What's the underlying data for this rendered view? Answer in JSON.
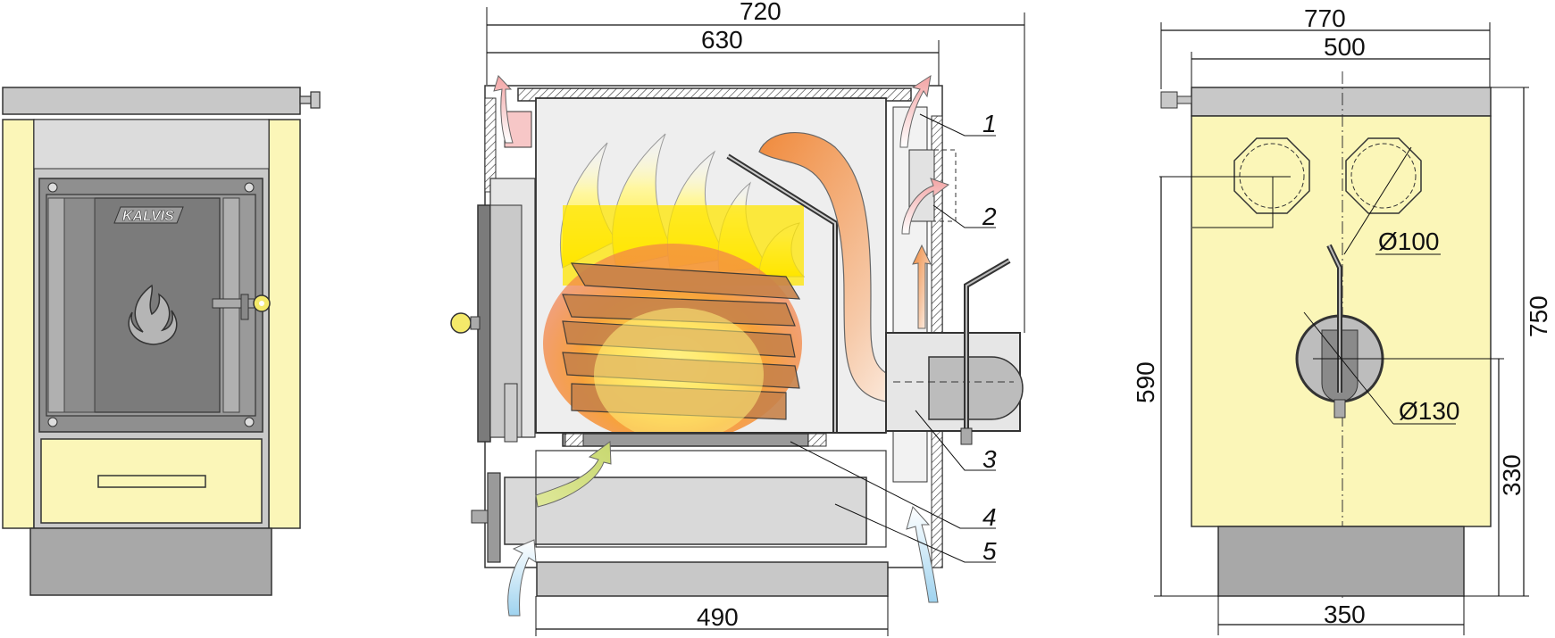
{
  "front_view": {
    "brand_label": "KALVIS"
  },
  "section_view": {
    "dim_total_width": "720",
    "dim_body_width": "630",
    "dim_base_width": "490",
    "callouts": [
      "1",
      "2",
      "3",
      "4",
      "5"
    ]
  },
  "side_view": {
    "dim_total_width": "770",
    "dim_top_width": "500",
    "dim_base_width": "350",
    "dim_height_total": "750",
    "dim_height_outlet": "590",
    "dim_height_flue": "330",
    "dia_small": "Ø100",
    "dia_large": "Ø130"
  },
  "colors": {
    "cream": "#fbf6b8",
    "grey_top": "#c8c8c8",
    "grey_base": "#a8a8a8",
    "door": "#7b7b7b",
    "fire_yellow": "#ffe600",
    "fire_orange": "#f39c3b",
    "wood": "#c8834a"
  }
}
